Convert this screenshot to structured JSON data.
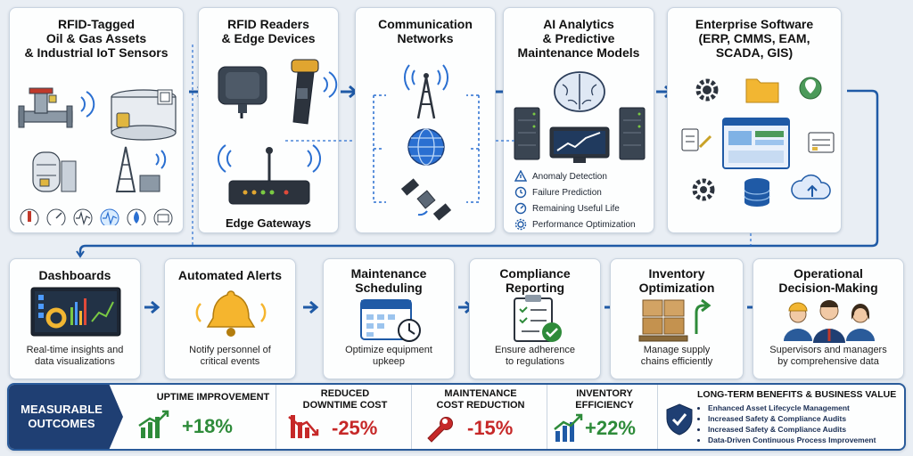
{
  "stages": {
    "assets": {
      "title": "RFID-Tagged\nOil & Gas Assets\n& Industrial IoT Sensors"
    },
    "readers": {
      "title": "RFID Readers\n& Edge Devices",
      "gateway_label": "Edge Gateways"
    },
    "networks": {
      "title": "Communication\nNetworks"
    },
    "ai": {
      "title": "AI Analytics\n& Predictive\nMaintenance Models",
      "items": [
        "Anomaly Detection",
        "Failure Prediction",
        "Remaining Useful Life",
        "Performance Optimization"
      ]
    },
    "enterprise": {
      "title": "Enterprise Software\n(ERP, CMMS, EAM,\nSCADA, GIS)"
    }
  },
  "applications": [
    {
      "title": "Dashboards",
      "desc": "Real-time insights and\ndata visualizations"
    },
    {
      "title": "Automated Alerts",
      "desc": "Notify personnel of\ncritical events"
    },
    {
      "title": "Maintenance\nScheduling",
      "desc": "Optimize equipment\nupkeep"
    },
    {
      "title": "Compliance\nReporting",
      "desc": "Ensure adherence\nto regulations"
    },
    {
      "title": "Inventory\nOptimization",
      "desc": "Manage supply\nchains efficiently"
    },
    {
      "title": "Operational\nDecision-Making",
      "desc": "Supervisors and managers\nby comprehensive data"
    }
  ],
  "outcomes": {
    "heading": "MEASURABLE\nOUTCOMES",
    "metrics": [
      {
        "label": "UPTIME IMPROVEMENT",
        "value": "+18%",
        "color": "#2e8b3a"
      },
      {
        "label": "REDUCED\nDOWNTIME COST",
        "value": "-25%",
        "color": "#c62828"
      },
      {
        "label": "MAINTENANCE\nCOST REDUCTION",
        "value": "-15%",
        "color": "#c62828"
      },
      {
        "label": "INVENTORY\nEFFICIENCY",
        "value": "+22%",
        "color": "#2e8b3a"
      }
    ],
    "benefits_title": "LONG-TERM BENEFITS & BUSINESS VALUE",
    "benefits": [
      "Enhanced Asset Lifecycle Management",
      "Increased Safety & Compliance Audits",
      "Increased Safety & Compliance Audits",
      "Data-Driven Continuous Process Improvement"
    ]
  },
  "colors": {
    "accent": "#2a5b9a",
    "navy": "#1f3f73",
    "green": "#2e8b3a",
    "red": "#c62828"
  }
}
